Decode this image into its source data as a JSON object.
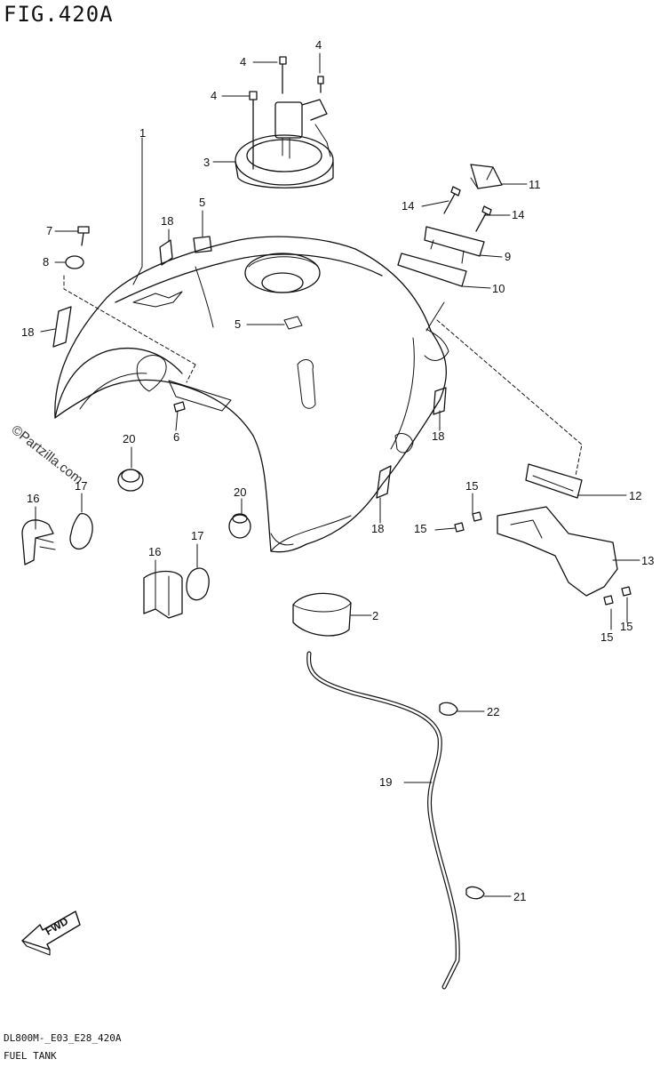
{
  "figure": {
    "title": "FIG.420A",
    "footer_code": "DL800M-_E03_E28_420A",
    "footer_name": "FUEL TANK",
    "watermark": "©Partzilla.com",
    "direction_label": "FWD"
  },
  "callouts": [
    {
      "id": "c1",
      "text": "1"
    },
    {
      "id": "c2",
      "text": "2"
    },
    {
      "id": "c3",
      "text": "3"
    },
    {
      "id": "c4a",
      "text": "4"
    },
    {
      "id": "c4b",
      "text": "4"
    },
    {
      "id": "c4c",
      "text": "4"
    },
    {
      "id": "c5a",
      "text": "5"
    },
    {
      "id": "c5b",
      "text": "5"
    },
    {
      "id": "c6",
      "text": "6"
    },
    {
      "id": "c7",
      "text": "7"
    },
    {
      "id": "c8",
      "text": "8"
    },
    {
      "id": "c9",
      "text": "9"
    },
    {
      "id": "c10",
      "text": "10"
    },
    {
      "id": "c11",
      "text": "11"
    },
    {
      "id": "c12",
      "text": "12"
    },
    {
      "id": "c13",
      "text": "13"
    },
    {
      "id": "c14a",
      "text": "14"
    },
    {
      "id": "c14b",
      "text": "14"
    },
    {
      "id": "c15a",
      "text": "15"
    },
    {
      "id": "c15b",
      "text": "15"
    },
    {
      "id": "c15c",
      "text": "15"
    },
    {
      "id": "c15d",
      "text": "15"
    },
    {
      "id": "c16a",
      "text": "16"
    },
    {
      "id": "c16b",
      "text": "16"
    },
    {
      "id": "c17a",
      "text": "17"
    },
    {
      "id": "c17b",
      "text": "17"
    },
    {
      "id": "c18a",
      "text": "18"
    },
    {
      "id": "c18b",
      "text": "18"
    },
    {
      "id": "c18c",
      "text": "18"
    },
    {
      "id": "c18d",
      "text": "18"
    },
    {
      "id": "c19",
      "text": "19"
    },
    {
      "id": "c20a",
      "text": "20"
    },
    {
      "id": "c20b",
      "text": "20"
    },
    {
      "id": "c21",
      "text": "21"
    },
    {
      "id": "c22",
      "text": "22"
    }
  ]
}
